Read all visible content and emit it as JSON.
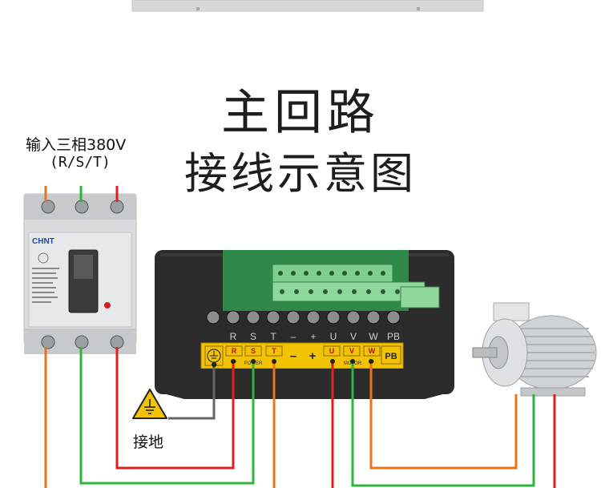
{
  "header": {
    "title_line1": "主回路",
    "title_line2": "接线示意图"
  },
  "breaker": {
    "input_label": "输入三相380V",
    "input_phases": "(R/S/T)",
    "brand": "CHNT"
  },
  "ground": {
    "label": "接地"
  },
  "vfd": {
    "terminals": [
      "R",
      "S",
      "T",
      "–",
      "+",
      "U",
      "V",
      "W",
      "PB"
    ],
    "strip_labels": [
      "R",
      "S",
      "T",
      "–",
      "+",
      "U",
      "V",
      "W",
      "PB"
    ],
    "power_label": "POWER",
    "motor_label": "MOTOR"
  },
  "colors": {
    "phase_orange": "#e8741e",
    "phase_green": "#2db53c",
    "phase_red": "#e0201f",
    "ground_gray": "#666666",
    "terminal_strip": "#f2c300",
    "vfd_body": "#2b2b2b"
  }
}
